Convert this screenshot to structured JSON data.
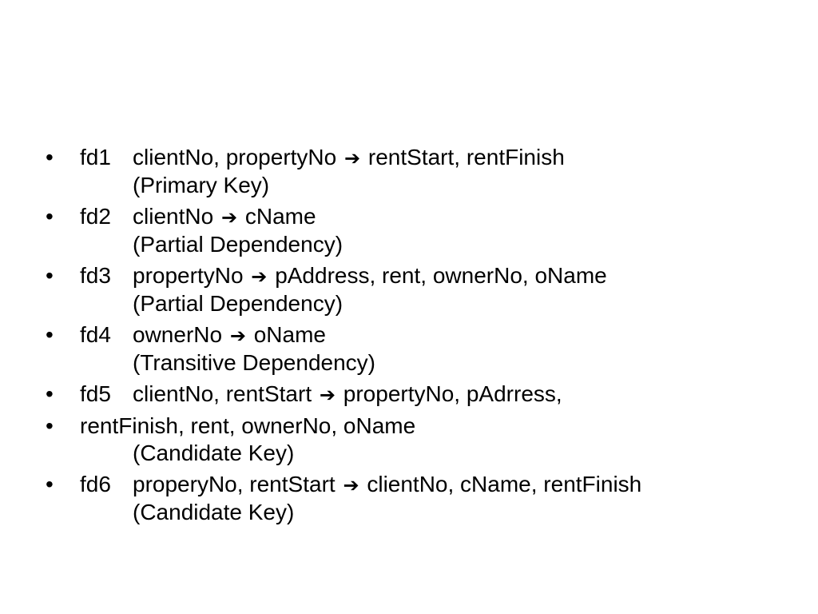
{
  "bullet_glyph": "•",
  "arrow_glyph": "➔",
  "items": [
    {
      "label": "fd1",
      "lhs": "clientNo, propertyNo",
      "rhs": "rentStart, rentFinish",
      "note": "(Primary Key)"
    },
    {
      "label": "fd2",
      "lhs": "clientNo",
      "rhs": "cName",
      "note": "(Partial Dependency)"
    },
    {
      "label": "fd3",
      "lhs": "propertyNo",
      "rhs": "pAddress, rent, ownerNo, oName",
      "note": "(Partial Dependency)"
    },
    {
      "label": "fd4",
      "lhs": "ownerNo",
      "rhs": "oName",
      "note": "(Transitive Dependency)"
    },
    {
      "label": "fd5",
      "lhs": "clientNo, rentStart",
      "rhs": "propertyNo, pAdrress,"
    },
    {
      "text": "rentFinish, rent, ownerNo, oName",
      "note": "(Candidate Key)"
    },
    {
      "label": "fd6",
      "lhs": "properyNo, rentStart",
      "rhs": "clientNo, cName, rentFinish",
      "note": "(Candidate Key)"
    }
  ]
}
